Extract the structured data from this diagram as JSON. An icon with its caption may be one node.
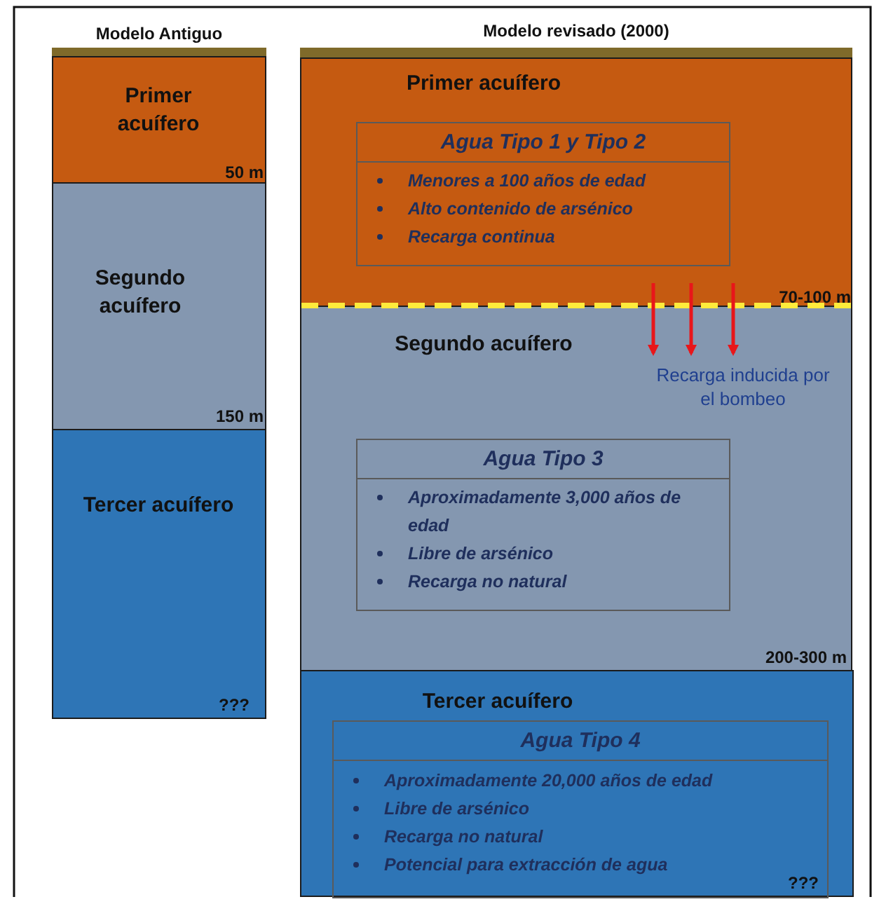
{
  "diagram": {
    "nodes": [
      {
        "text": [
          "Primer acuífero"
        ]
      },
      {
        "text": [
          "Segundo acuífero"
        ]
      },
      {
        "text": [
          "Tercer acuífero"
        ]
      },
      {
        "text": [
          "Primer acuífero"
        ]
      },
      {
        "text": [
          "Agua Tipo 1 y Tipo 2",
          "Menores a 100 años de edad",
          "Alto contenido de arsénico",
          "Recarga continua"
        ],
        "in": 3
      },
      {
        "text": [
          "Segundo acuífero"
        ]
      },
      {
        "text": [
          "Agua Tipo 3",
          "Aproximadamente 3,000 años de edad",
          "Libre de arsénico",
          "Recarga no natural"
        ],
        "in": 5
      },
      {
        "text": [
          "Tercer acuífero"
        ]
      },
      {
        "text": [
          "Agua Tipo 4",
          "Aproximadamente 20,000 años de edad",
          "Libre de arsénico",
          "Recarga no natural",
          "Potencial para extracción de agua"
        ],
        "in": 7
      }
    ],
    "edges": [],
    "labels": [
      "Modelo Antiguo",
      "Modelo revisado (2000)",
      "50 m",
      "70-100 m",
      "Recarga inducida por el bombeo",
      "150 m",
      "200-300 m",
      "???",
      "???"
    ]
  }
}
